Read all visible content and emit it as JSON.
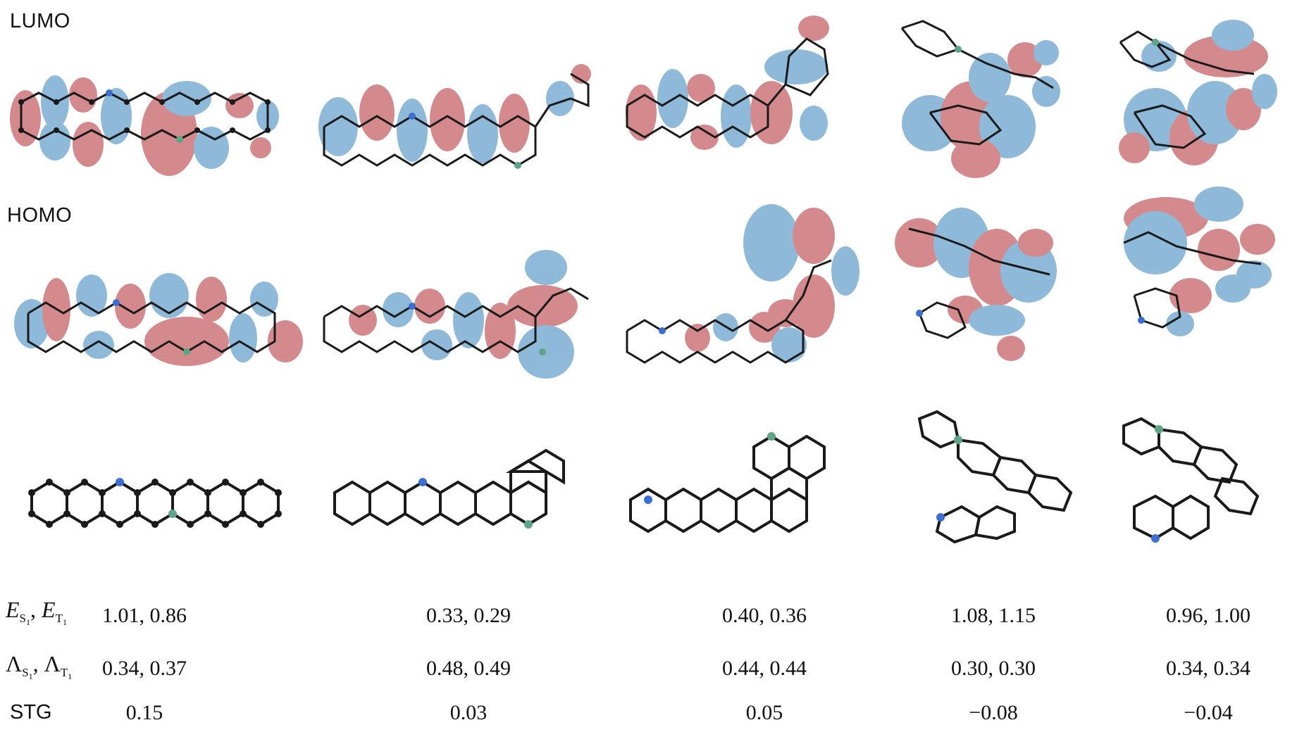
{
  "labels": {
    "lumo": "LUMO",
    "homo": "HOMO"
  },
  "colors": {
    "positive_lobe": "#c96a6e",
    "negative_lobe": "#6fa6cf",
    "carbon": "#1a1a1a",
    "hydrogen": "#cfcfcf",
    "nitrogen": "#3a6fd0",
    "boron": "#5fa588"
  },
  "table": {
    "rows": [
      {
        "label_html": "energies",
        "label_parts": {
          "sym1": "E",
          "sub1": "S",
          "subsub1": "1",
          "sep": ", ",
          "sym2": "E",
          "sub2": "T",
          "subsub2": "1"
        },
        "values": [
          "1.01, 0.86",
          "0.33, 0.29",
          "0.40, 0.36",
          "1.08, 1.15",
          "0.96, 1.00"
        ]
      },
      {
        "label_html": "lambda",
        "label_parts": {
          "sym1": "Λ",
          "sub1": "S",
          "subsub1": "1",
          "sep": ", ",
          "sym2": "Λ",
          "sub2": "T",
          "subsub2": "1"
        },
        "values": [
          "0.34, 0.37",
          "0.48, 0.49",
          "0.44, 0.44",
          "0.30, 0.30",
          "0.34, 0.34"
        ]
      },
      {
        "label_html": "stg",
        "label_text": "STG",
        "values": [
          "0.15",
          "0.03",
          "0.05",
          "−0.08",
          "−0.04"
        ]
      }
    ]
  }
}
